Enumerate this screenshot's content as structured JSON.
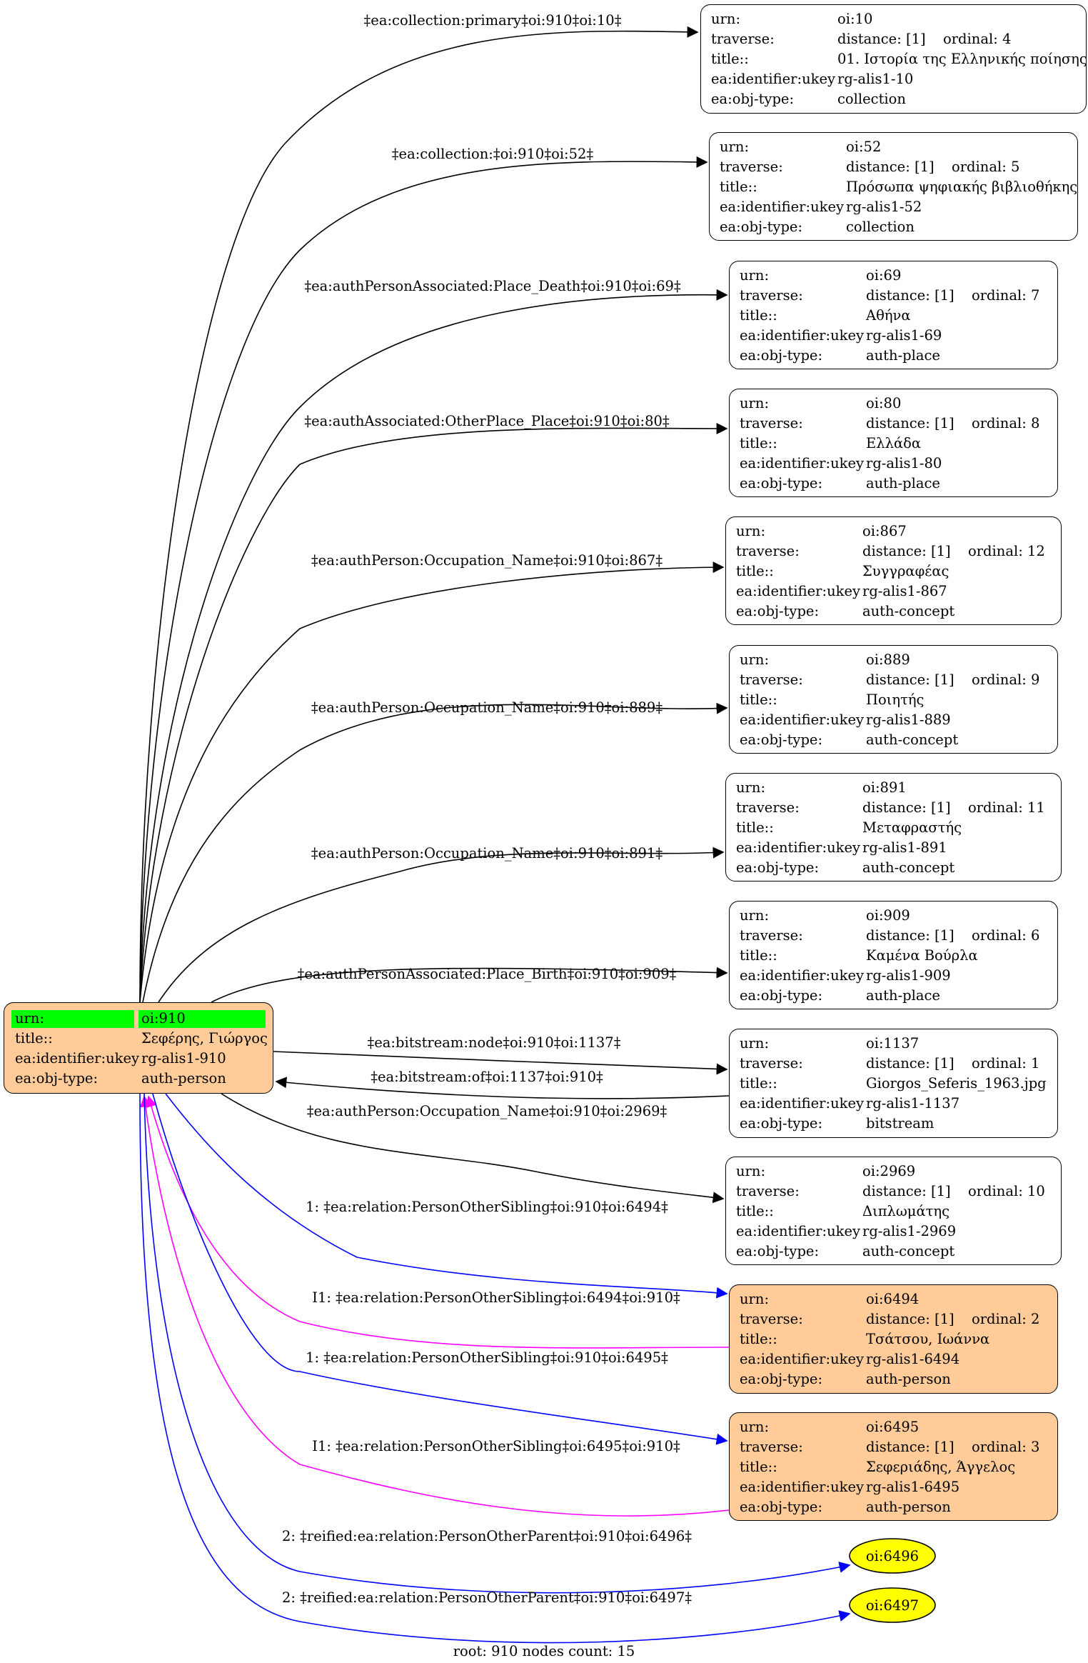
{
  "root": {
    "rows": [
      {
        "key": "urn:",
        "val": "oi:910"
      },
      {
        "key": "title::",
        "val": "Σεφέρης, Γιώργος"
      },
      {
        "key": "ea:identifier:ukey",
        "val": "rg-alis1-910"
      },
      {
        "key": "ea:obj-type:",
        "val": "auth-person"
      }
    ],
    "fill": "#ffcc99",
    "highlight": "#00ff00"
  },
  "nodes": [
    {
      "id": "oi:10",
      "kind": "collection",
      "rows": [
        {
          "key": "urn:",
          "val": "oi:10"
        },
        {
          "key": "traverse:",
          "val": "distance: [1]",
          "extra": "ordinal: 4"
        },
        {
          "key": "title::",
          "val": "01. Ιστορία της Ελληνικής ποίησης"
        },
        {
          "key": "ea:identifier:ukey",
          "val": "rg-alis1-10"
        },
        {
          "key": "ea:obj-type:",
          "val": "collection"
        }
      ]
    },
    {
      "id": "oi:52",
      "kind": "collection",
      "rows": [
        {
          "key": "urn:",
          "val": "oi:52"
        },
        {
          "key": "traverse:",
          "val": "distance: [1]",
          "extra": "ordinal: 5"
        },
        {
          "key": "title::",
          "val": "Πρόσωπα ψηφιακής βιβλιοθήκης"
        },
        {
          "key": "ea:identifier:ukey",
          "val": "rg-alis1-52"
        },
        {
          "key": "ea:obj-type:",
          "val": "collection"
        }
      ]
    },
    {
      "id": "oi:69",
      "kind": "auth-place",
      "rows": [
        {
          "key": "urn:",
          "val": "oi:69"
        },
        {
          "key": "traverse:",
          "val": "distance: [1]",
          "extra": "ordinal: 7"
        },
        {
          "key": "title::",
          "val": "Αθήνα"
        },
        {
          "key": "ea:identifier:ukey",
          "val": "rg-alis1-69"
        },
        {
          "key": "ea:obj-type:",
          "val": "auth-place"
        }
      ]
    },
    {
      "id": "oi:80",
      "kind": "auth-place",
      "rows": [
        {
          "key": "urn:",
          "val": "oi:80"
        },
        {
          "key": "traverse:",
          "val": "distance: [1]",
          "extra": "ordinal: 8"
        },
        {
          "key": "title::",
          "val": "Ελλάδα"
        },
        {
          "key": "ea:identifier:ukey",
          "val": "rg-alis1-80"
        },
        {
          "key": "ea:obj-type:",
          "val": "auth-place"
        }
      ]
    },
    {
      "id": "oi:867",
      "kind": "auth-concept",
      "rows": [
        {
          "key": "urn:",
          "val": "oi:867"
        },
        {
          "key": "traverse:",
          "val": "distance: [1]",
          "extra": "ordinal: 12"
        },
        {
          "key": "title::",
          "val": "Συγγραφέας"
        },
        {
          "key": "ea:identifier:ukey",
          "val": "rg-alis1-867"
        },
        {
          "key": "ea:obj-type:",
          "val": "auth-concept"
        }
      ]
    },
    {
      "id": "oi:889",
      "kind": "auth-concept",
      "rows": [
        {
          "key": "urn:",
          "val": "oi:889"
        },
        {
          "key": "traverse:",
          "val": "distance: [1]",
          "extra": "ordinal: 9"
        },
        {
          "key": "title::",
          "val": "Ποιητής"
        },
        {
          "key": "ea:identifier:ukey",
          "val": "rg-alis1-889"
        },
        {
          "key": "ea:obj-type:",
          "val": "auth-concept"
        }
      ]
    },
    {
      "id": "oi:891",
      "kind": "auth-concept",
      "rows": [
        {
          "key": "urn:",
          "val": "oi:891"
        },
        {
          "key": "traverse:",
          "val": "distance: [1]",
          "extra": "ordinal: 11"
        },
        {
          "key": "title::",
          "val": "Μεταφραστής"
        },
        {
          "key": "ea:identifier:ukey",
          "val": "rg-alis1-891"
        },
        {
          "key": "ea:obj-type:",
          "val": "auth-concept"
        }
      ]
    },
    {
      "id": "oi:909",
      "kind": "auth-place",
      "rows": [
        {
          "key": "urn:",
          "val": "oi:909"
        },
        {
          "key": "traverse:",
          "val": "distance: [1]",
          "extra": "ordinal: 6"
        },
        {
          "key": "title::",
          "val": "Καμένα Βούρλα"
        },
        {
          "key": "ea:identifier:ukey",
          "val": "rg-alis1-909"
        },
        {
          "key": "ea:obj-type:",
          "val": "auth-place"
        }
      ]
    },
    {
      "id": "oi:1137",
      "kind": "bitstream",
      "rows": [
        {
          "key": "urn:",
          "val": "oi:1137"
        },
        {
          "key": "traverse:",
          "val": "distance: [1]",
          "extra": "ordinal: 1"
        },
        {
          "key": "title::",
          "val": "Giorgos_Seferis_1963.jpg"
        },
        {
          "key": "ea:identifier:ukey",
          "val": "rg-alis1-1137"
        },
        {
          "key": "ea:obj-type:",
          "val": "bitstream"
        }
      ]
    },
    {
      "id": "oi:2969",
      "kind": "auth-concept",
      "rows": [
        {
          "key": "urn:",
          "val": "oi:2969"
        },
        {
          "key": "traverse:",
          "val": "distance: [1]",
          "extra": "ordinal: 10"
        },
        {
          "key": "title::",
          "val": "Διπλωμάτης"
        },
        {
          "key": "ea:identifier:ukey",
          "val": "rg-alis1-2969"
        },
        {
          "key": "ea:obj-type:",
          "val": "auth-concept"
        }
      ]
    },
    {
      "id": "oi:6494",
      "kind": "auth-person",
      "rows": [
        {
          "key": "urn:",
          "val": "oi:6494"
        },
        {
          "key": "traverse:",
          "val": "distance: [1]",
          "extra": "ordinal: 2"
        },
        {
          "key": "title::",
          "val": "Τσάτσου, Ιωάννα"
        },
        {
          "key": "ea:identifier:ukey",
          "val": "rg-alis1-6494"
        },
        {
          "key": "ea:obj-type:",
          "val": "auth-person"
        }
      ]
    },
    {
      "id": "oi:6495",
      "kind": "auth-person",
      "rows": [
        {
          "key": "urn:",
          "val": "oi:6495"
        },
        {
          "key": "traverse:",
          "val": "distance: [1]",
          "extra": "ordinal: 3"
        },
        {
          "key": "title::",
          "val": "Σεφεριάδης, Άγγελος"
        },
        {
          "key": "ea:identifier:ukey",
          "val": "rg-alis1-6495"
        },
        {
          "key": "ea:obj-type:",
          "val": "auth-person"
        }
      ]
    }
  ],
  "ellipses": [
    {
      "label": "oi:6496",
      "fill": "#ffff00"
    },
    {
      "label": "oi:6497",
      "fill": "#ffff00"
    }
  ],
  "edges": [
    {
      "label": "‡ea:collection:primary‡oi:910‡oi:10‡",
      "color": "#000000"
    },
    {
      "label": "‡ea:collection:‡oi:910‡oi:52‡",
      "color": "#000000"
    },
    {
      "label": "‡ea:authPersonAssociated:Place_Death‡oi:910‡oi:69‡",
      "color": "#000000"
    },
    {
      "label": "‡ea:authAssociated:OtherPlace_Place‡oi:910‡oi:80‡",
      "color": "#000000"
    },
    {
      "label": "‡ea:authPerson:Occupation_Name‡oi:910‡oi:867‡",
      "color": "#000000"
    },
    {
      "label": "‡ea:authPerson:Occupation_Name‡oi:910‡oi:889‡",
      "color": "#000000"
    },
    {
      "label": "‡ea:authPerson:Occupation_Name‡oi:910‡oi:891‡",
      "color": "#000000"
    },
    {
      "label": "‡ea:authPersonAssociated:Place_Birth‡oi:910‡oi:909‡",
      "color": "#000000"
    },
    {
      "label": "‡ea:bitstream:node‡oi:910‡oi:1137‡",
      "color": "#000000"
    },
    {
      "label": "‡ea:bitstream:of‡oi:1137‡oi:910‡",
      "color": "#000000"
    },
    {
      "label": "‡ea:authPerson:Occupation_Name‡oi:910‡oi:2969‡",
      "color": "#000000"
    },
    {
      "label": "1: ‡ea:relation:PersonOtherSibling‡oi:910‡oi:6494‡",
      "color": "#0000ff"
    },
    {
      "label": "I1: ‡ea:relation:PersonOtherSibling‡oi:6494‡oi:910‡",
      "color": "#ff00ff"
    },
    {
      "label": "1: ‡ea:relation:PersonOtherSibling‡oi:910‡oi:6495‡",
      "color": "#0000ff"
    },
    {
      "label": "I1: ‡ea:relation:PersonOtherSibling‡oi:6495‡oi:910‡",
      "color": "#ff00ff"
    },
    {
      "label": "2: ‡reified:ea:relation:PersonOtherParent‡oi:910‡oi:6496‡",
      "color": "#0000ff"
    },
    {
      "label": "2: ‡reified:ea:relation:PersonOtherParent‡oi:910‡oi:6497‡",
      "color": "#0000ff"
    }
  ],
  "footer": "root: 910 nodes count: 15"
}
